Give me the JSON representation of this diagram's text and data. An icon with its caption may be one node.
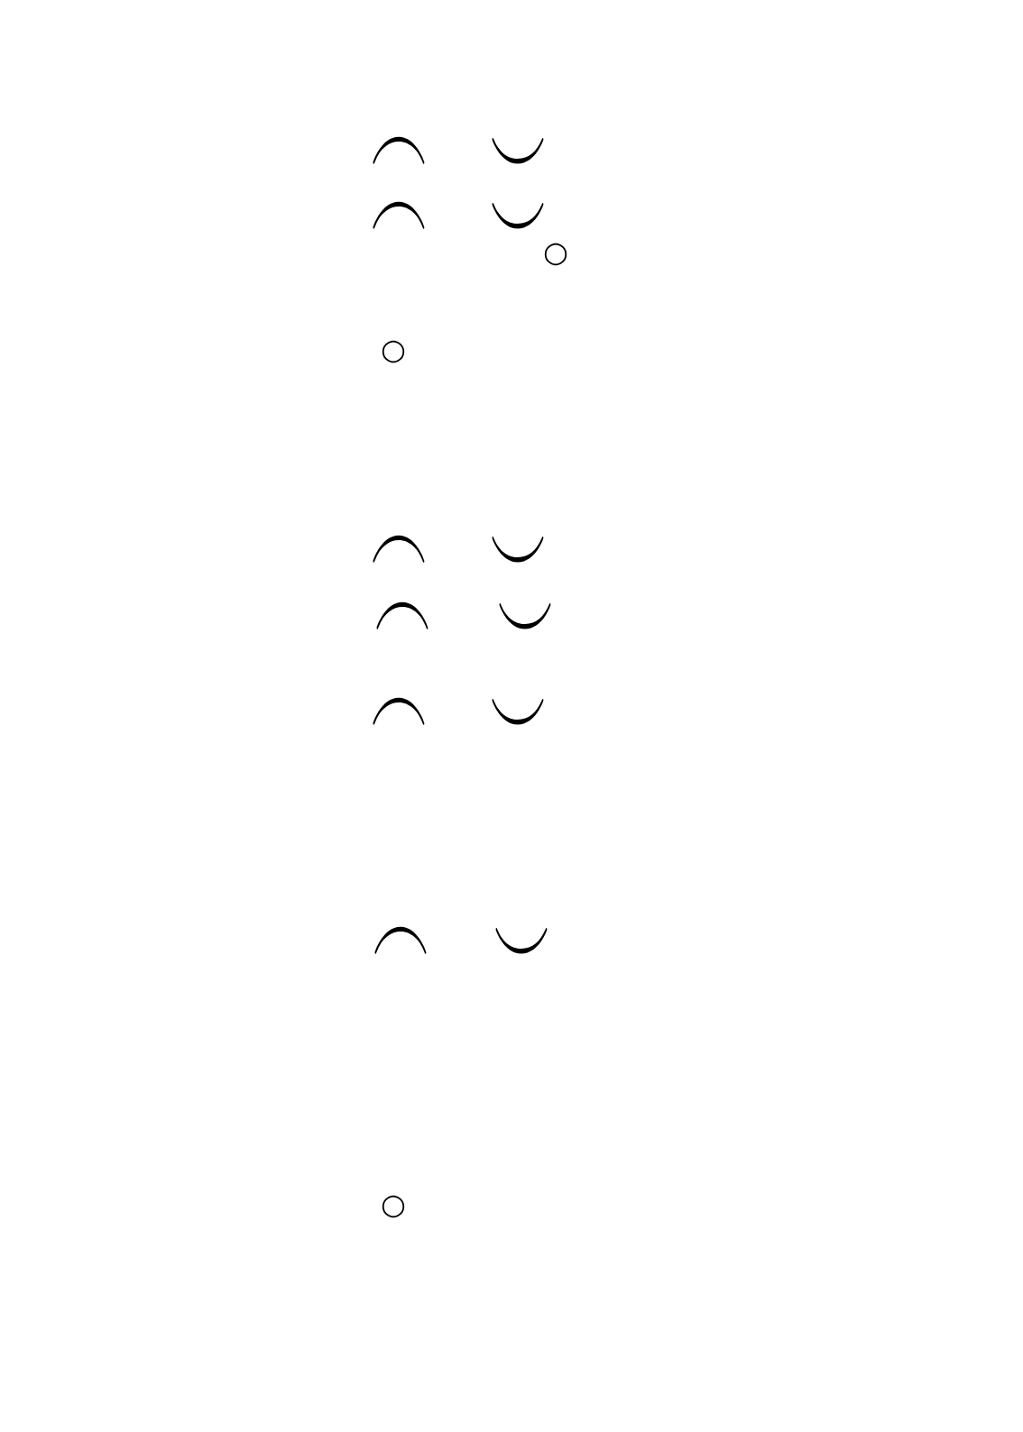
{
  "diagram": {
    "labels": [
      "\\frown",
      "\\smile",
      "\\frown",
      "\\smile",
      "○",
      "○",
      "\\frown",
      "\\smile",
      "\\frown",
      "\\smile",
      "\\frown",
      "\\smile",
      "\\frown",
      "\\smile",
      "○"
    ]
  }
}
